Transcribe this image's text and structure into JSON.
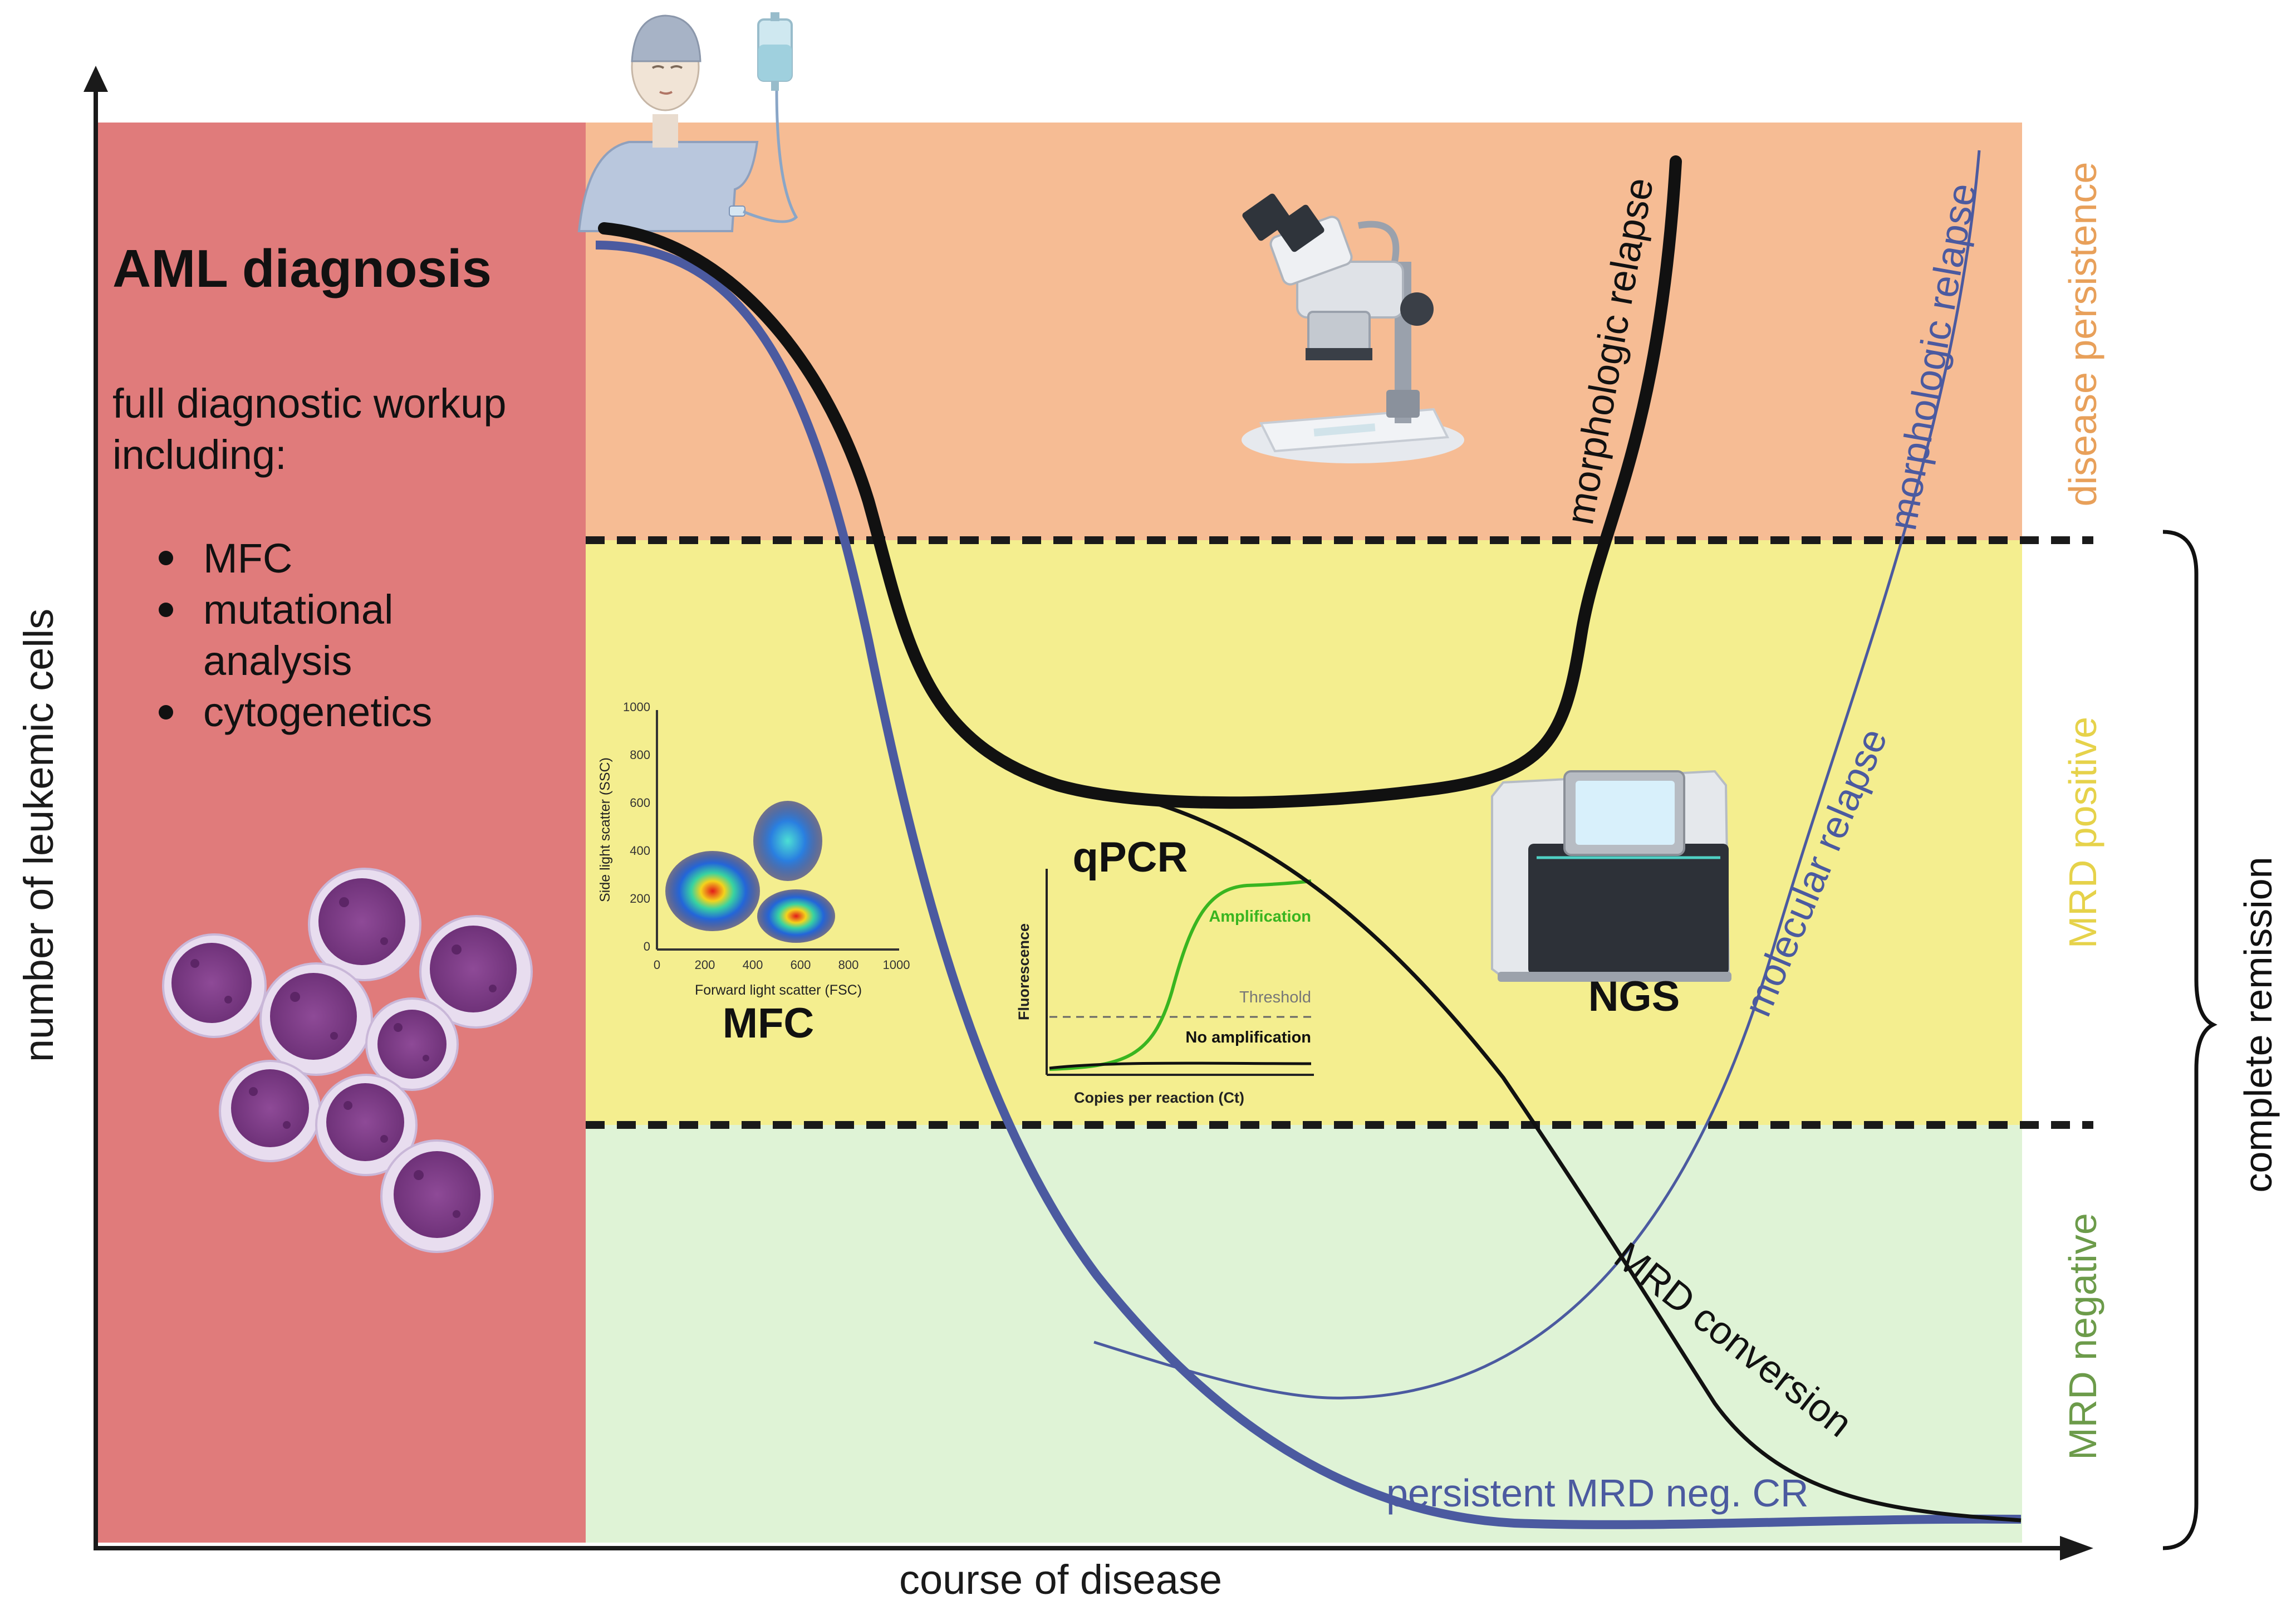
{
  "axes": {
    "y_label": "number of leukemic cells",
    "x_label": "course of disease"
  },
  "diagnosis_panel": {
    "title": "AML diagnosis",
    "workup_line1": "full diagnostic workup",
    "workup_line2": "including:",
    "items": [
      "MFC",
      "mutational",
      "analysis",
      "cytogenetics"
    ]
  },
  "zones": {
    "persistence": "disease persistence",
    "mrd_positive": "MRD positive",
    "mrd_negative": "MRD negative",
    "bracket": "complete remission"
  },
  "curve_labels": {
    "morph_relapse_black": "morphologic relapse",
    "morph_relapse_blue": "morphologic relapse",
    "molecular_relapse": "molecular relapse",
    "mrd_conversion": "MRD conversion",
    "persistent": "persistent MRD neg. CR"
  },
  "methods": {
    "mfc": {
      "label": "MFC",
      "x_axis": "Forward light scatter (FSC)",
      "y_axis": "Side light scatter (SSC)",
      "x_ticks": [
        "0",
        "200",
        "400",
        "600",
        "800",
        "1000"
      ],
      "y_ticks": [
        "0",
        "200",
        "400",
        "600",
        "800",
        "1000"
      ]
    },
    "qpcr": {
      "label": "qPCR",
      "y_axis": "Fluorescence",
      "x_axis": "Copies per reaction (Ct)",
      "amplification": "Amplification",
      "threshold": "Threshold",
      "no_amplification": "No amplification"
    },
    "ngs": {
      "label": "NGS"
    }
  },
  "colors": {
    "diagnosis_red": "#e07b7b",
    "persistence_orange": "#f6bc94",
    "mrd_pos_yellow": "#f4ee8f",
    "mrd_neg_green": "#dff3d6",
    "curve_blue": "#4b5aa0",
    "persistence_text": "#e8a05a",
    "mrd_pos_text": "#e6d24a",
    "mrd_neg_text": "#6c9b4a",
    "amplification_green": "#39b520"
  }
}
